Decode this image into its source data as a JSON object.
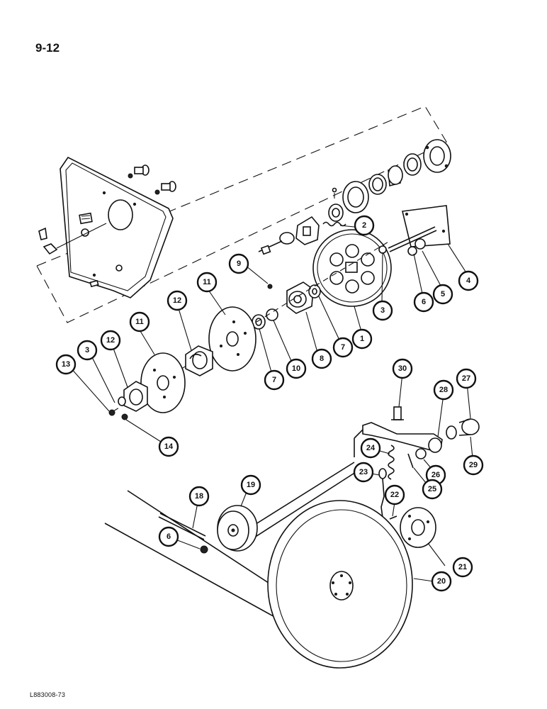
{
  "page": {
    "number": "9-12",
    "figure_id": "L883008-73"
  },
  "callouts": {
    "c1": "1",
    "c2": "2",
    "c3a": "3",
    "c3b": "3",
    "c4": "4",
    "c5": "5",
    "c6a": "6",
    "c6b": "6",
    "c7a": "7",
    "c7b": "7",
    "c8": "8",
    "c9": "9",
    "c10": "10",
    "c11a": "11",
    "c11b": "11",
    "c12a": "12",
    "c12b": "12",
    "c13": "13",
    "c14": "14",
    "c18": "18",
    "c19": "19",
    "c20": "20",
    "c21": "21",
    "c22": "22",
    "c23": "23",
    "c24": "24",
    "c25": "25",
    "c26": "26",
    "c27": "27",
    "c28": "28",
    "c29": "29",
    "c30": "30"
  }
}
